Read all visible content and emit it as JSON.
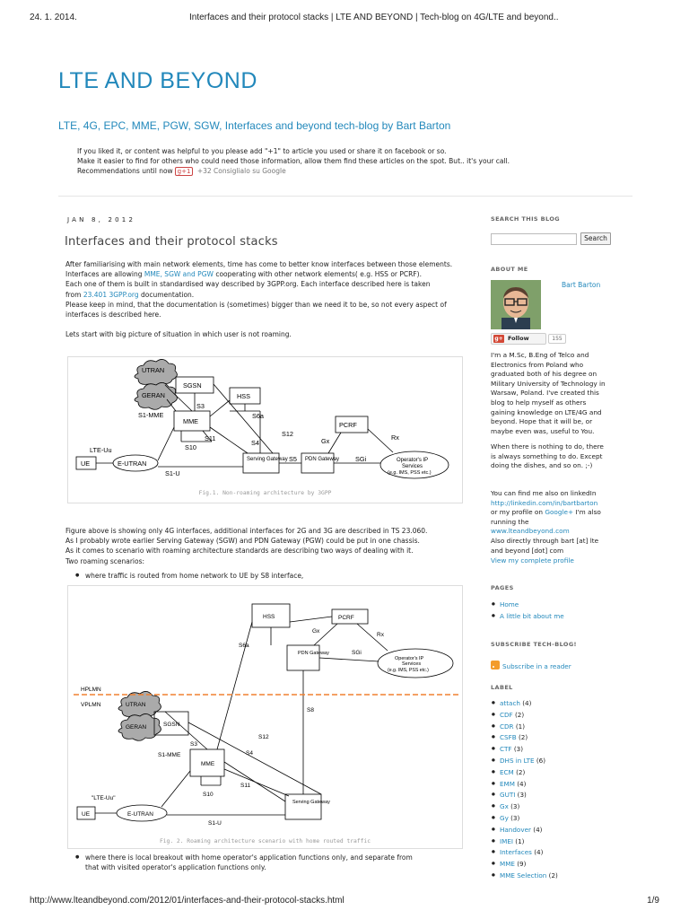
{
  "print": {
    "date": "24. 1. 2014.",
    "page_title": "Interfaces and their protocol stacks | LTE AND BEYOND | Tech-blog on 4G/LTE and beyond..",
    "url": "http://www.lteandbeyond.com/2012/01/interfaces-and-their-protocol-stacks.html",
    "page_number": "1/9"
  },
  "header": {
    "blog_title": "LTE AND BEYOND",
    "description": "LTE, 4G, EPC, MME, PGW, SGW, Interfaces and beyond tech-blog by Bart Barton",
    "note_line1": "If you liked it, or content was helpful to you please add \"+1\" to article you used or share it on facebook or so.",
    "note_line2": "Make it easier to find for others who could need those information, allow them find these articles on the spot. But.. it's your call.",
    "note_line3": "Recommendations until now",
    "gplus_badge": "g+1",
    "gplus_count": "+32",
    "gplus_text": "Consiglialo su Google"
  },
  "post": {
    "date": "JAN 8, 2012",
    "title": "Interfaces and their protocol stacks",
    "p1": "After familiarising with main network elements, time has come to better know interfaces between those elements.",
    "p2_pre": "Interfaces are allowing ",
    "p2_links": "MME, SGW and PGW",
    "p2_post": " cooperating with other network elements( e.g. HSS or PCRF).",
    "p3": "Each one of them is built in standardised way described by 3GPP.org. Each interface described here is taken",
    "p3b_pre": "from ",
    "p3b_link": "23.401 3GPP.org",
    "p3b_post": " documentation.",
    "p4": "Please keep in mind, that the documentation is (sometimes) bigger than we need it to be, so not every aspect of interfaces is described here.",
    "p5": "Lets start with big picture of situation in which user is not roaming.",
    "fig1_caption": "Fig.1. Non-roaming architecture by 3GPP",
    "p6": "Figure above is showing only 4G interfaces, additional interfaces for 2G and 3G are described in TS 23.060.",
    "p7": "As I probably wrote earlier Serving Gateway (SGW) and PDN Gateway (PGW) could be put in one chassis.",
    "p8": "As it comes to scenario with roaming architecture standards are describing two ways of dealing with it.",
    "p9": "Two roaming scenarios:",
    "bullet1": "where traffic is routed from home network to UE by S8 interface,",
    "fig2_caption": "Fig. 2. Roaming architecture scenario with home routed traffic",
    "bullet2_l1": "where there is local breakout with home operator's application functions only, and separate from",
    "bullet2_l2": "that with visited operator's application functions only."
  },
  "fig1": {
    "labels": {
      "utran": "UTRAN",
      "geran": "GERAN",
      "sgsn": "SGSN",
      "hss": "HSS",
      "mme": "MME",
      "pcrf": "PCRF",
      "ue": "UE",
      "eutran": "E-UTRAN",
      "sgw": "Serving Gateway",
      "pdn": "PDN Gateway",
      "ops_l1": "Operator's IP",
      "ops_l2": "Services",
      "ops_l3": "(e.g. IMS, PSS etc.)",
      "s3": "S3",
      "s1mme": "S1-MME",
      "s6a": "S6a",
      "s10": "S10",
      "s11": "S11",
      "s12": "S12",
      "s4": "S4",
      "gx": "Gx",
      "rx": "Rx",
      "lteuu": "LTE-Uu",
      "s1u": "S1-U",
      "s5": "S5",
      "sgi": "SGi"
    }
  },
  "fig2": {
    "labels": {
      "hss": "HSS",
      "pcrf": "PCRF",
      "pdn": "PDN Gateway",
      "ops_l1": "Operator's IP",
      "ops_l2": "Services",
      "ops_l3": "(e.g. IMS, PSS etc.)",
      "hplmn": "HPLMN",
      "vplmn": "VPLMN",
      "utran": "UTRAN",
      "geran": "GERAN",
      "sgsn": "SGSN",
      "mme": "MME",
      "ue": "UE",
      "eutran": "E-UTRAN",
      "sgw": "Serving Gateway",
      "gx": "Gx",
      "rx": "Rx",
      "sgi": "SGi",
      "s6a": "S6a",
      "s8": "S8",
      "s12": "S12",
      "s3": "S3",
      "s4": "S4",
      "s1mme": "S1-MME",
      "s11": "S11",
      "s10": "S10",
      "lteuu": "\"LTE-Uu\"",
      "s1u": "S1-U"
    }
  },
  "sidebar": {
    "search_heading": "SEARCH THIS BLOG",
    "search_button": "Search",
    "about_heading": "ABOUT ME",
    "author": "Bart Barton",
    "follow": "Follow",
    "follow_count": "155",
    "about_l1": "I'm a M.Sc, B.Eng of Telco and",
    "about_l2": "Electronics from Poland who",
    "about_l3": "graduated both of his degree on",
    "about_l4": "Military University of Technology in",
    "about_l5": "Warsaw, Poland. I've created this",
    "about_l6": "blog to help myself as others",
    "about_l7": "gaining knowledge on LTE/4G and",
    "about_l8": "beyond. Hope that it will be, or",
    "about_l9": "maybe even was, useful to You.",
    "about2_l1": "When there is nothing to do, there",
    "about2_l2": "is always something to do. Except",
    "about2_l3": "doing the dishes, and so on. ;-)",
    "about3_l1": "You can find me also on linkedIn",
    "about3_l2": "http://linkedin.com/in/bartbarton",
    "about3_l3a": "or my profile on ",
    "about3_l3b": "Google+",
    "about3_l3c": " I'm also",
    "about3_l4": "running the",
    "about3_l5": "www.lteandbeyond.com",
    "about3_l6": "Also directly through bart [at] lte",
    "about3_l7": "and beyond [dot] com",
    "view_profile": "View my complete profile",
    "pages_heading": "PAGES",
    "pages": [
      "Home",
      "A little bit about me"
    ],
    "subscribe_heading": "SUBSCRIBE TECH-BLOG!",
    "subscribe_link": "Subscribe in a reader",
    "label_heading": "LABEL",
    "labels": [
      {
        "name": "attach",
        "count": "(4)"
      },
      {
        "name": "CDF",
        "count": "(2)"
      },
      {
        "name": "CDR",
        "count": "(1)"
      },
      {
        "name": "CSFB",
        "count": "(2)"
      },
      {
        "name": "CTF",
        "count": "(3)"
      },
      {
        "name": "DHS in LTE",
        "count": "(6)"
      },
      {
        "name": "ECM",
        "count": "(2)"
      },
      {
        "name": "EMM",
        "count": "(4)"
      },
      {
        "name": "GUTI",
        "count": "(3)"
      },
      {
        "name": "Gx",
        "count": "(3)"
      },
      {
        "name": "Gy",
        "count": "(3)"
      },
      {
        "name": "Handover",
        "count": "(4)"
      },
      {
        "name": "IMEI",
        "count": "(1)"
      },
      {
        "name": "Interfaces",
        "count": "(4)"
      },
      {
        "name": "MME",
        "count": "(9)"
      },
      {
        "name": "MME Selection",
        "count": "(2)"
      }
    ]
  },
  "colors": {
    "accent": "#2288bb",
    "divider_orange": "#f08030"
  }
}
